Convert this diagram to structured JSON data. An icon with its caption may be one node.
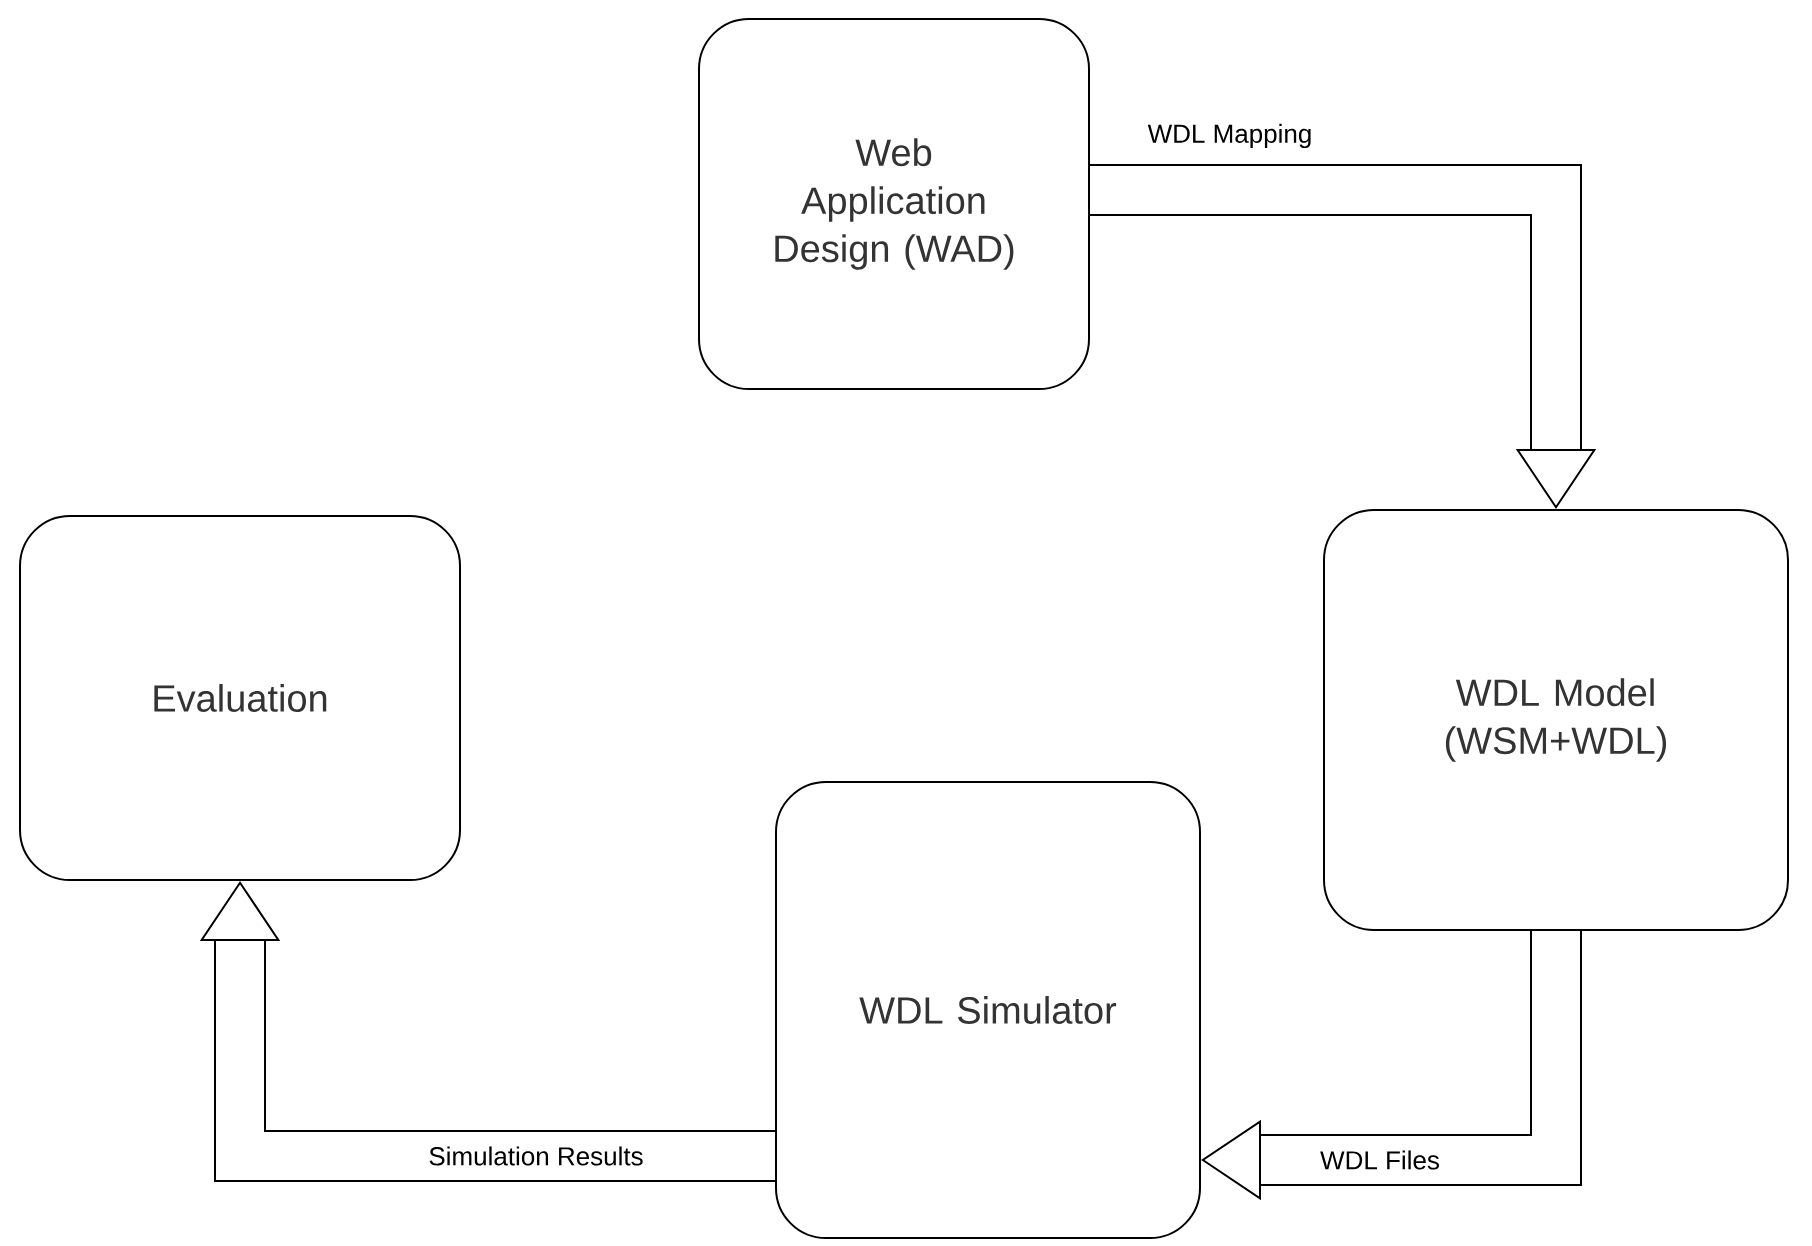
{
  "diagram": {
    "nodes": [
      {
        "text": [
          "Web Application Design (WAD)"
        ]
      },
      {
        "text": [
          "WDL Model (WSM+WDL)"
        ]
      },
      {
        "text": [
          "WDL Simulator"
        ]
      },
      {
        "text": [
          "Evaluation"
        ]
      }
    ],
    "edges": [
      {
        "from": 0,
        "to": 1,
        "arrow": "to",
        "label": "WDL Mapping"
      },
      {
        "from": 1,
        "to": 2,
        "arrow": "to",
        "label": "WDL Files"
      },
      {
        "from": 2,
        "to": 3,
        "arrow": "to",
        "label": "Simulation Results"
      }
    ]
  }
}
